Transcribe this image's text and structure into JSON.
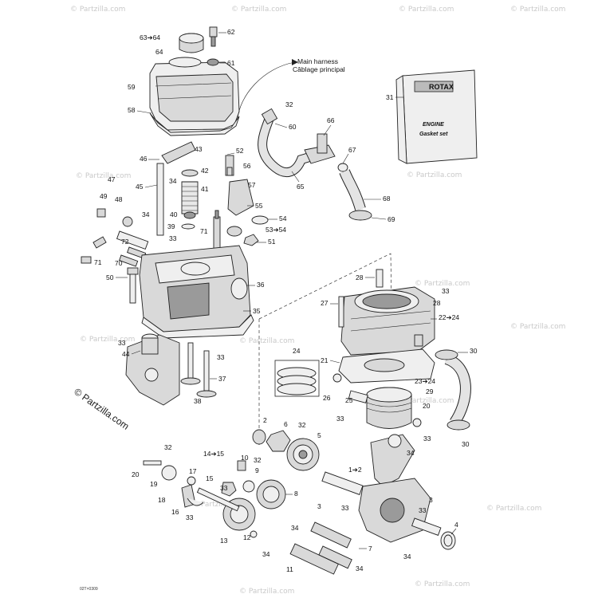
{
  "watermark": "© Partzilla.com",
  "harness_label": {
    "line1": "Main harness",
    "line2": "Câblage principal"
  },
  "box_31": {
    "brand": "ROTAX",
    "line1": "ENGINE",
    "line2": "Gasket set"
  },
  "drawing_code": "02T×0309",
  "callouts": {
    "c63": "63➔64",
    "c62": "62",
    "c64": "64",
    "c61": "61",
    "c59": "59",
    "c58": "58",
    "c32a": "32",
    "c60": "60",
    "c31": "31",
    "c66": "66",
    "c43": "43",
    "c52": "52",
    "c46": "46",
    "c42": "42",
    "c56": "56",
    "c67": "67",
    "c34a": "34",
    "c41": "41",
    "c57": "57",
    "c65": "65",
    "c45": "45",
    "c47": "47",
    "c68": "68",
    "c49": "49",
    "c48": "48",
    "c55": "55",
    "c34b": "34",
    "c40": "40",
    "c54": "54",
    "c69": "69",
    "c39": "39",
    "c71a": "71",
    "c53": "53➔54",
    "c33a": "33",
    "c51": "51",
    "c72": "72",
    "c71b": "71",
    "c70": "70",
    "c50": "50",
    "c36": "36",
    "c28a": "28",
    "c33b": "33",
    "c27": "27",
    "c28b": "28",
    "c35": "35",
    "c22": "22➔24",
    "c33c": "33",
    "c33d": "33",
    "c24": "24",
    "c30a": "30",
    "c44": "44",
    "c21": "21",
    "c37": "37",
    "c23": "23➔24",
    "c38": "38",
    "c29": "29",
    "c26": "26",
    "c25": "25",
    "c20a": "20",
    "c33e": "33",
    "c33f": "33",
    "c2a": "2",
    "c6": "6",
    "c32b": "32",
    "c5": "5",
    "c30b": "30",
    "c32c": "32",
    "c34c": "34",
    "c14": "14➔15",
    "c10": "10",
    "c32d": "32",
    "c1": "1➔2",
    "c20b": "20",
    "c17": "17",
    "c15": "15",
    "c33g": "33",
    "c9": "9",
    "c19": "19",
    "c8": "8",
    "c18": "18",
    "c3a": "3",
    "c33h": "33",
    "c3b": "3",
    "c33i": "33",
    "c16": "16",
    "c33j": "33",
    "c34d": "34",
    "c4": "4",
    "c13": "13",
    "c12": "12",
    "c34e": "34",
    "c7": "7",
    "c34f": "34",
    "c11": "11",
    "c34g": "34"
  }
}
